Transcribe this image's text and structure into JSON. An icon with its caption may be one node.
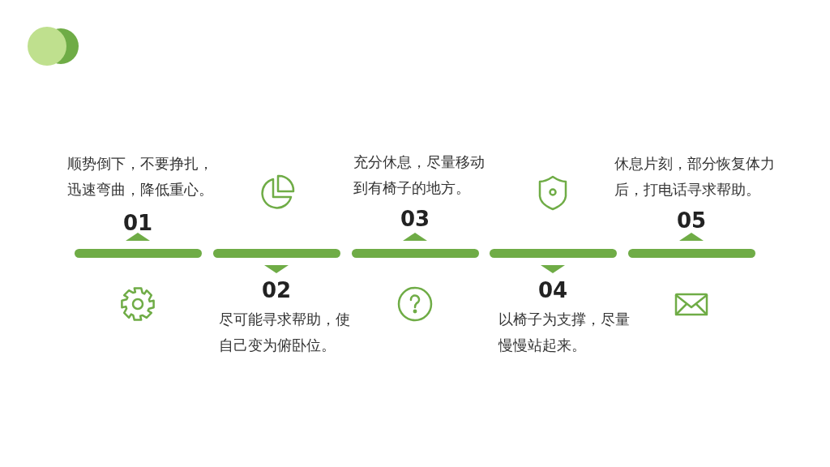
{
  "diagram": {
    "labels": [
      "顺势倒下，不要挣扎，迅速弯曲，降低重心。",
      "01",
      "02",
      "尽可能寻求帮助，使自己变为俯卧位。",
      "充分休息，尽量移动到有椅子的地方。",
      "03",
      "04",
      "以椅子为支撑，尽量慢慢站起来。",
      "休息片刻，部分恢复体力后，打电话寻求帮助。",
      "05"
    ]
  }
}
